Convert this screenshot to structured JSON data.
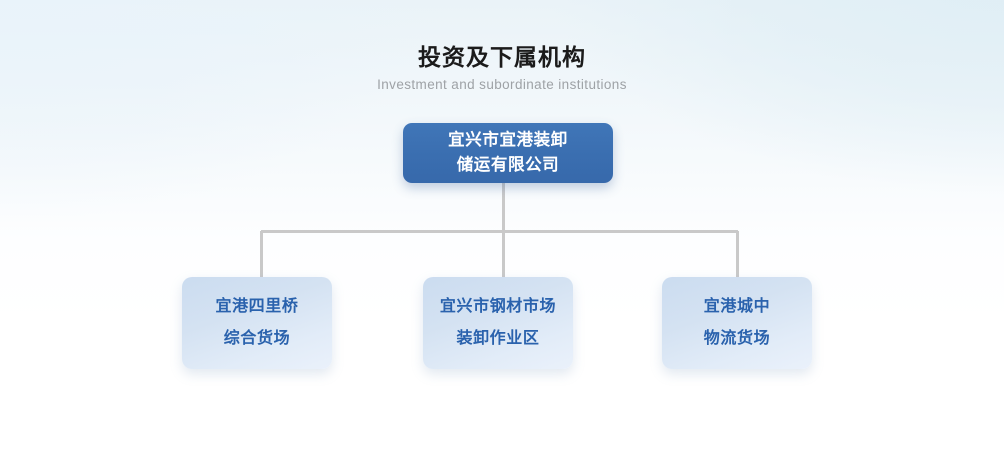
{
  "heading": {
    "title": "投资及下属机构",
    "subtitle": "Investment and subordinate institutions"
  },
  "colors": {
    "root_node_fill": "#3a6eb0",
    "root_node_text": "#ffffff",
    "child_node_fill": "#d4e2f2",
    "child_node_text": "#2a62ad",
    "connector_line": "#c8c8c8",
    "title_text": "#1b1b1b",
    "subtitle_text": "#9ea2a6",
    "background_top": "#eaf3f8",
    "background_bottom": "#ffffff"
  },
  "org_chart": {
    "type": "tree",
    "root": {
      "label": "宜兴市宜港装卸\n储运有限公司",
      "line1": "宜兴市宜港装卸",
      "line2": "储运有限公司"
    },
    "children": [
      {
        "label": "宜港四里桥\n综合货场",
        "line1": "宜港四里桥",
        "line2": "综合货场"
      },
      {
        "label": "宜兴市钢材市场\n装卸作业区",
        "line1": "宜兴市钢材市场",
        "line2": "装卸作业区"
      },
      {
        "label": "宜港城中\n物流货场",
        "line1": "宜港城中",
        "line2": "物流货场"
      }
    ]
  }
}
